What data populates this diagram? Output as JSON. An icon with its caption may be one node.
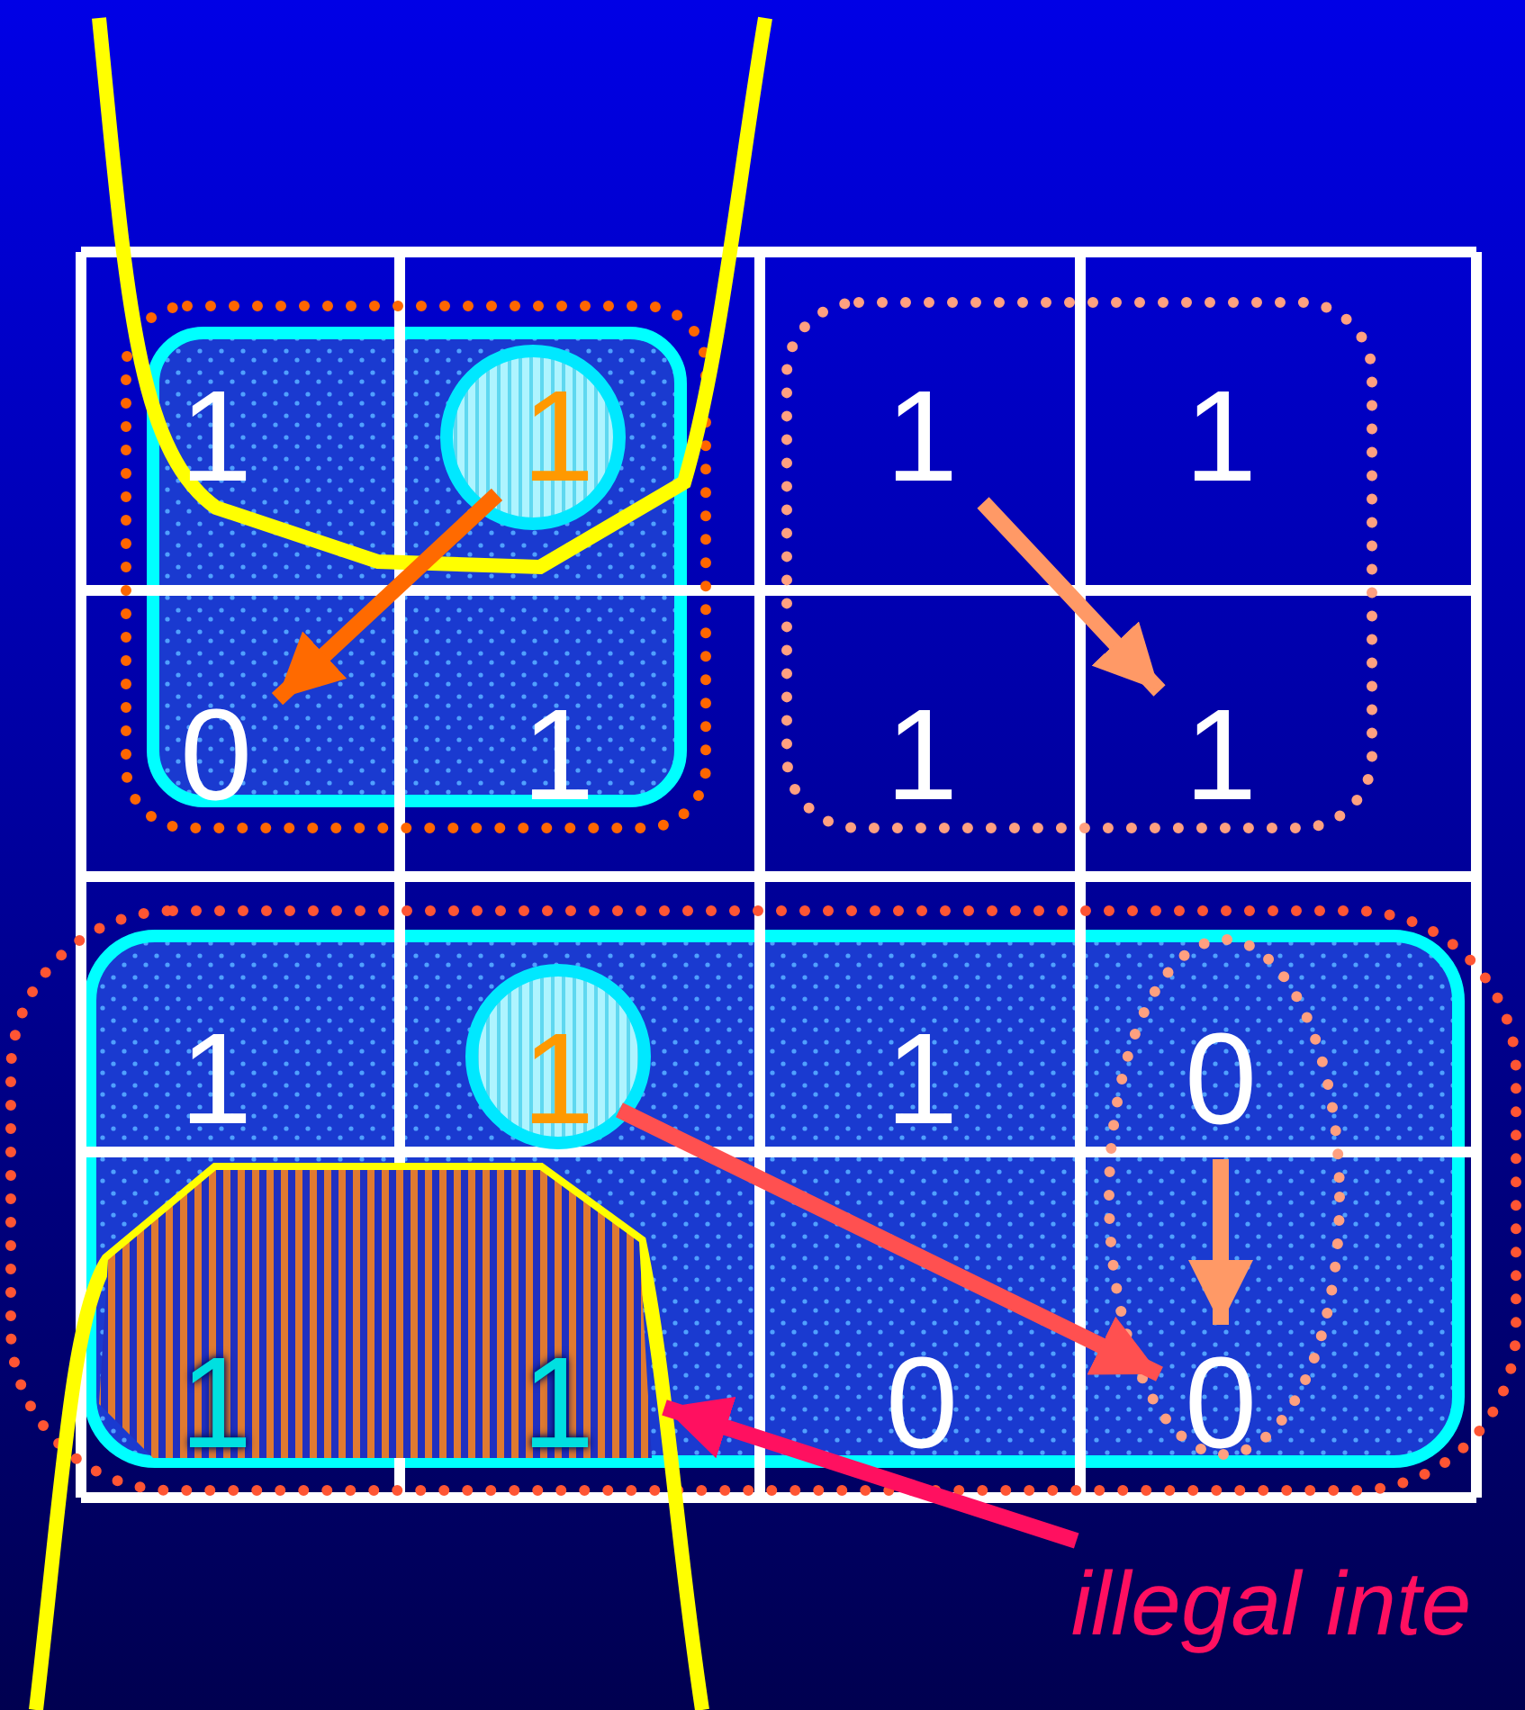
{
  "diagram": {
    "nodes": [
      {
        "text": [
          "1"
        ]
      },
      {
        "text": [
          "1"
        ]
      },
      {
        "text": [
          "1"
        ]
      },
      {
        "text": [
          "1"
        ]
      },
      {
        "text": [
          "0"
        ]
      },
      {
        "text": [
          "1"
        ]
      },
      {
        "text": [
          "1"
        ]
      },
      {
        "text": [
          "1"
        ]
      },
      {
        "text": [
          "1"
        ]
      },
      {
        "text": [
          "1"
        ]
      },
      {
        "text": [
          "1"
        ]
      },
      {
        "text": [
          "0"
        ]
      },
      {
        "text": [],
        "shape": "box"
      },
      {
        "text": [
          "1"
        ],
        "in": 12
      },
      {
        "text": [
          "1"
        ],
        "in": 12
      },
      {
        "text": [
          "0"
        ]
      },
      {
        "text": [
          "0"
        ]
      },
      {
        "text": [
          "illegal inte"
        ]
      }
    ],
    "edges": [
      {
        "from": 1,
        "to": 4,
        "arrow": "to",
        "color": "#ff6a00"
      },
      {
        "from": 2,
        "to": 7,
        "arrow": "to",
        "color": "#ff9966"
      },
      {
        "from": 9,
        "to": 16,
        "arrow": "to",
        "color": "#ff5050"
      },
      {
        "from": 11,
        "to": 16,
        "arrow": "to",
        "color": "#ff9966"
      },
      {
        "from": 17,
        "to": 12,
        "arrow": "to",
        "color": "#ff1060"
      }
    ]
  }
}
